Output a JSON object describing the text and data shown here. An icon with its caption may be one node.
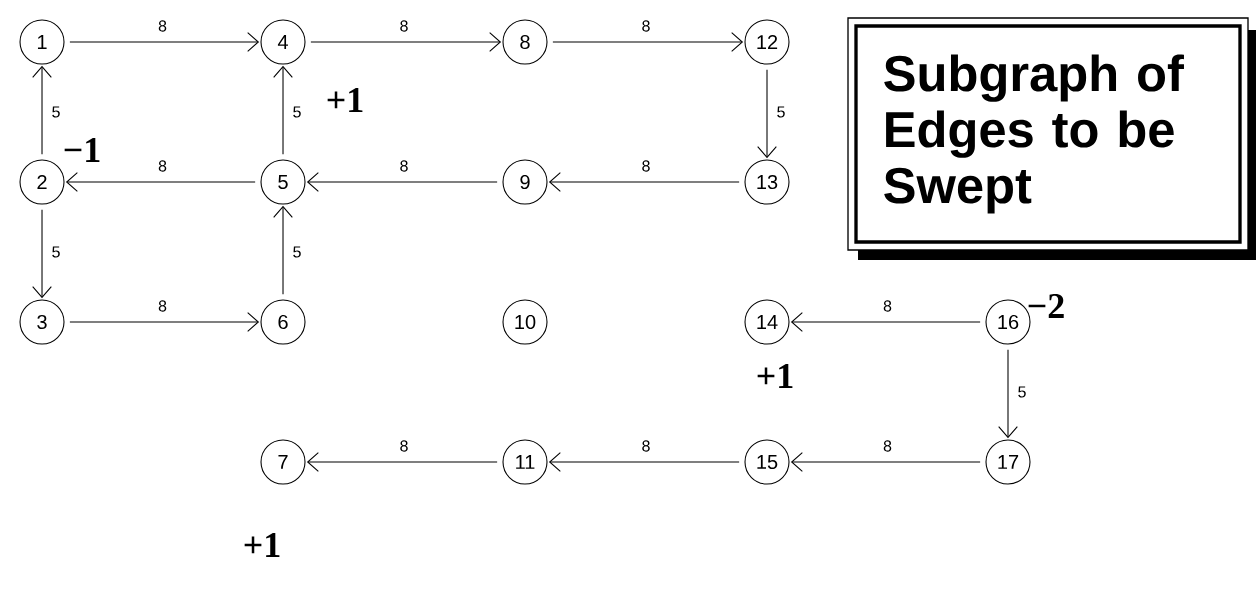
{
  "diagram": {
    "title": "Subgraph of Edges to be Swept",
    "nodes": [
      {
        "text": [
          "1"
        ]
      },
      {
        "text": [
          "2"
        ],
        "beside": [
          "−1"
        ]
      },
      {
        "text": [
          "3"
        ]
      },
      {
        "text": [
          "4"
        ],
        "beside": [
          "+1"
        ]
      },
      {
        "text": [
          "5"
        ]
      },
      {
        "text": [
          "6"
        ]
      },
      {
        "text": [
          "7"
        ],
        "beside": [
          "+1"
        ]
      },
      {
        "text": [
          "8"
        ]
      },
      {
        "text": [
          "9"
        ]
      },
      {
        "text": [
          "10"
        ]
      },
      {
        "text": [
          "11"
        ]
      },
      {
        "text": [
          "12"
        ]
      },
      {
        "text": [
          "13"
        ]
      },
      {
        "text": [
          "14"
        ],
        "beside": [
          "+1"
        ]
      },
      {
        "text": [
          "15"
        ]
      },
      {
        "text": [
          "16"
        ],
        "beside": [
          "−2"
        ]
      },
      {
        "text": [
          "17"
        ]
      }
    ],
    "edges": [
      {
        "from": 0,
        "to": 3,
        "arrow": "to",
        "label": "8"
      },
      {
        "from": 3,
        "to": 7,
        "arrow": "to",
        "label": "8"
      },
      {
        "from": 7,
        "to": 11,
        "arrow": "to",
        "label": "8"
      },
      {
        "from": 11,
        "to": 12,
        "arrow": "to",
        "label": "5"
      },
      {
        "from": 12,
        "to": 8,
        "arrow": "to",
        "label": "8"
      },
      {
        "from": 8,
        "to": 4,
        "arrow": "to",
        "label": "8"
      },
      {
        "from": 4,
        "to": 1,
        "arrow": "to",
        "label": "8"
      },
      {
        "from": 4,
        "to": 3,
        "arrow": "to",
        "label": "5"
      },
      {
        "from": 1,
        "to": 0,
        "arrow": "to",
        "label": "5"
      },
      {
        "from": 1,
        "to": 2,
        "arrow": "to",
        "label": "5"
      },
      {
        "from": 2,
        "to": 5,
        "arrow": "to",
        "label": "8"
      },
      {
        "from": 5,
        "to": 4,
        "arrow": "to",
        "label": "5"
      },
      {
        "from": 15,
        "to": 13,
        "arrow": "to",
        "label": "8"
      },
      {
        "from": 15,
        "to": 16,
        "arrow": "to",
        "label": "5"
      },
      {
        "from": 16,
        "to": 14,
        "arrow": "to",
        "label": "8"
      },
      {
        "from": 14,
        "to": 10,
        "arrow": "to",
        "label": "8"
      },
      {
        "from": 10,
        "to": 6,
        "arrow": "to",
        "label": "8"
      }
    ]
  }
}
